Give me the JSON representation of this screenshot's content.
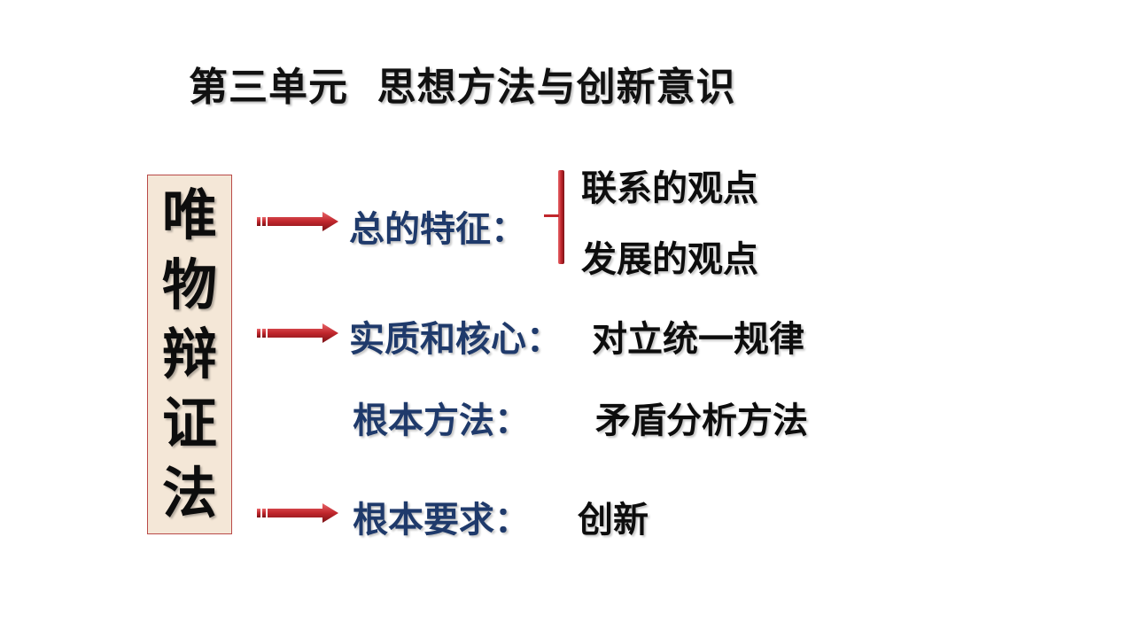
{
  "title": "第三单元  思想方法与创新意识",
  "main_concept": [
    "唯",
    "物",
    "辩",
    "证",
    "法"
  ],
  "branches": [
    {
      "term": "总的特征：",
      "values": [
        "联系的观点",
        "发展的观点"
      ]
    },
    {
      "term": "实质和核心：",
      "value": "对立统一规律"
    },
    {
      "term": "根本方法：",
      "value": "矛盾分析方法"
    },
    {
      "term": "根本要求：",
      "value": "创新"
    }
  ],
  "colors": {
    "term": "#1f3a6b",
    "arrow": "#c0262c",
    "box_fill": "#f4e7d7",
    "box_border": "#b94a48"
  }
}
